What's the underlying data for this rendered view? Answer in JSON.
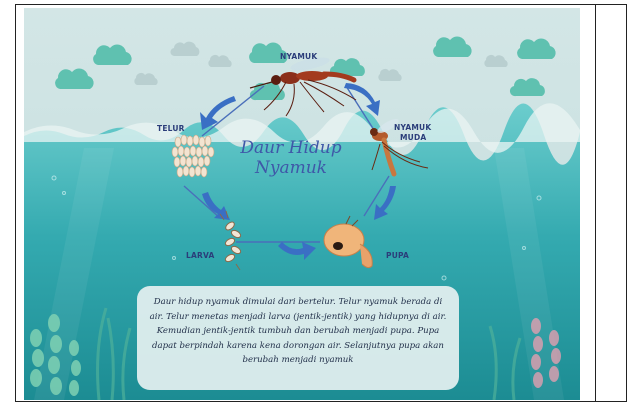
{
  "diagram": {
    "title_line1": "Daur Hidup",
    "title_line2": "Nyamuk",
    "stages": {
      "adult": "NYAMUK",
      "young_adult_line1": "NYAMUK",
      "young_adult_line2": "MUDA",
      "egg": "TELUR",
      "larva": "LARVA",
      "pupa": "PUPA"
    },
    "description": "Daur hidup nyamuk dimulai dari bertelur. Telur nyamuk berada di air. Telur menetas menjadi larva (jentik-jentik) yang hidupnya di air. Kemudian jentik-jentik tumbuh dan berubah menjadi pupa. Pupa dapat berpindah karena kena dorongan air. Selanjutnya pupa akan berubah menjadi nyamuk"
  },
  "colors": {
    "sky": "#c6dfe0",
    "water_top": "#5cc4c4",
    "water_deep": "#1f8f96",
    "cloud": "#5fc1b0",
    "arrow": "#3a6fc4",
    "label": "#2b3d7a",
    "title": "#3f58a8"
  },
  "icons": [
    "cloud-icon",
    "mosquito-icon",
    "egg-cluster-icon",
    "larva-icon",
    "pupa-icon",
    "cycle-arrow-icon",
    "seaweed-icon"
  ]
}
